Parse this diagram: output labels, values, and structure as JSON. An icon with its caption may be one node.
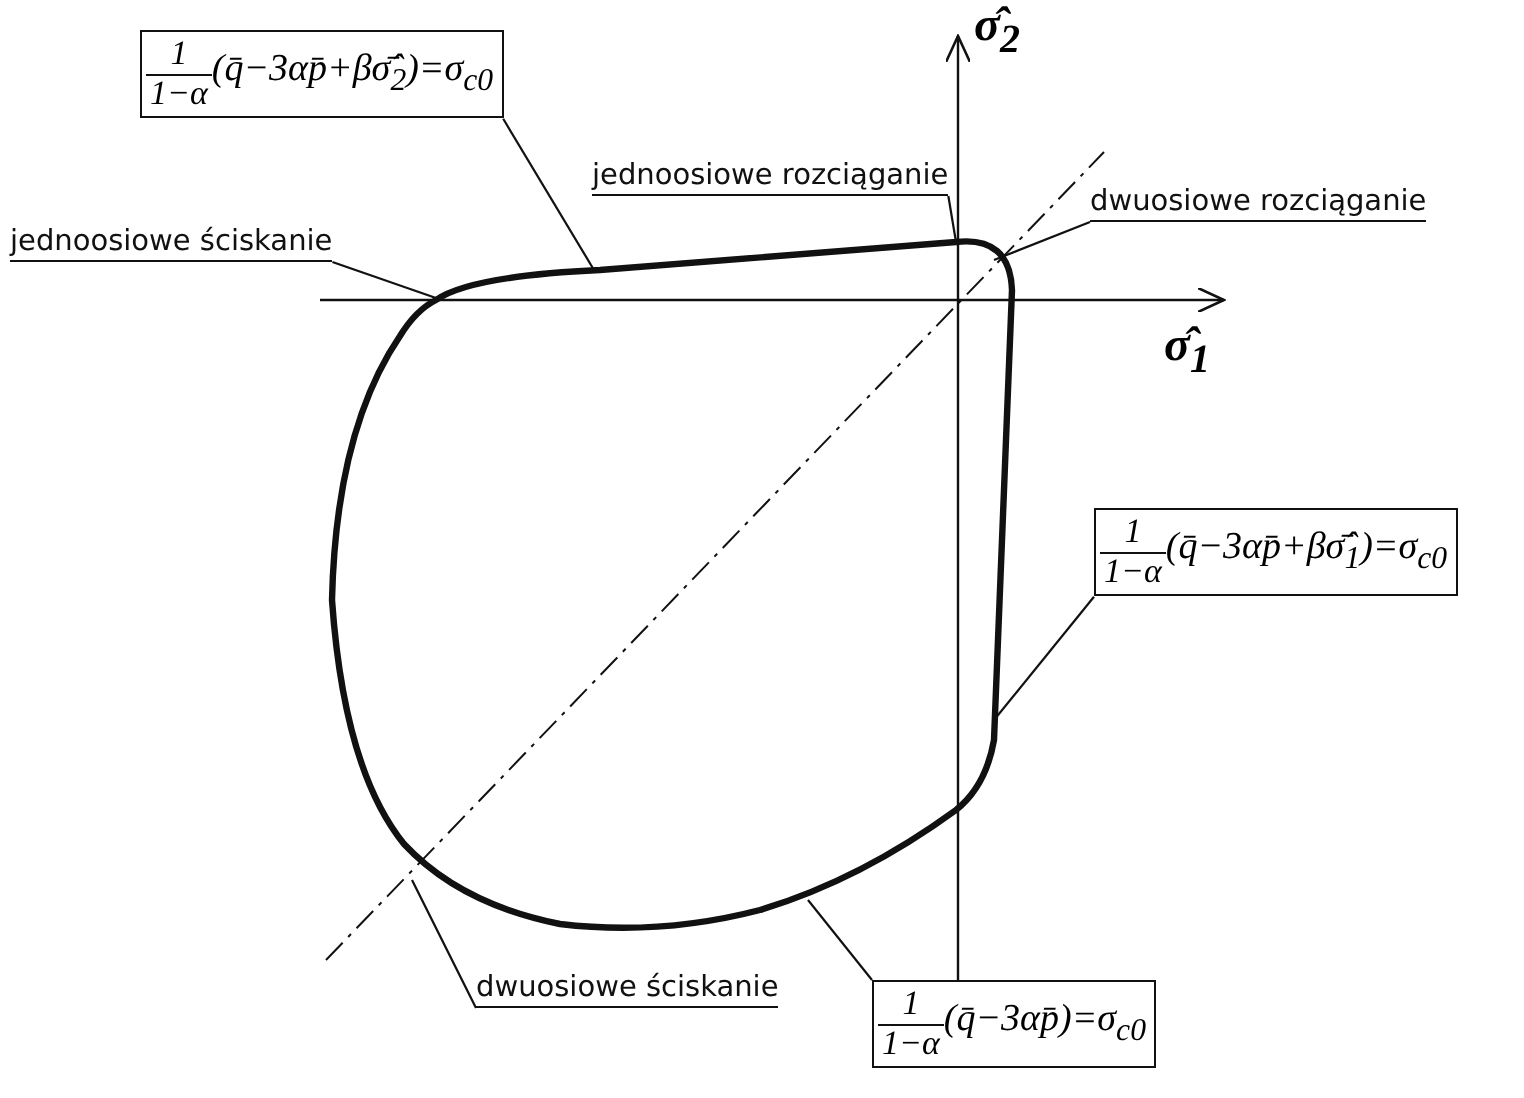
{
  "diagram": {
    "nodes": [
      {
        "text": [
          "1",
          "1−α",
          "(q̄−3αp̄+βσ̂̄$_{2}$)=σ$_{c0}$"
        ]
      },
      {
        "text": [
          "jednoosiowe rozciąganie"
        ]
      },
      {
        "text": [
          "jednoosiowe ściskanie"
        ]
      },
      {
        "text": [
          "dwuosiowe rozciąganie"
        ]
      },
      {
        "text": [
          "1",
          "1−α",
          "(q̄−3αp̄+βσ̂̄$_{1}$)=σ$_{c0}$"
        ]
      },
      {
        "text": [
          "dwuosiowe ściskanie"
        ]
      },
      {
        "text": [
          "1",
          "1−α",
          "(q̄−3αp̄)=σ$_{c0}$"
        ]
      },
      {
        "text": [],
        "shape": "curve"
      }
    ],
    "edges": [
      {
        "from": 0,
        "to": 7,
        "arrow": "none"
      },
      {
        "from": 1,
        "to": 7,
        "arrow": "none"
      },
      {
        "from": 2,
        "to": 7,
        "arrow": "none"
      },
      {
        "from": 3,
        "to": 7,
        "arrow": "none"
      },
      {
        "from": 4,
        "to": 7,
        "arrow": "none"
      },
      {
        "from": 5,
        "to": 7,
        "arrow": "none"
      },
      {
        "from": 6,
        "to": 7,
        "arrow": "none"
      }
    ],
    "labels": [
      "σ̂$_{2}$",
      "σ̂$_{1}$"
    ]
  }
}
